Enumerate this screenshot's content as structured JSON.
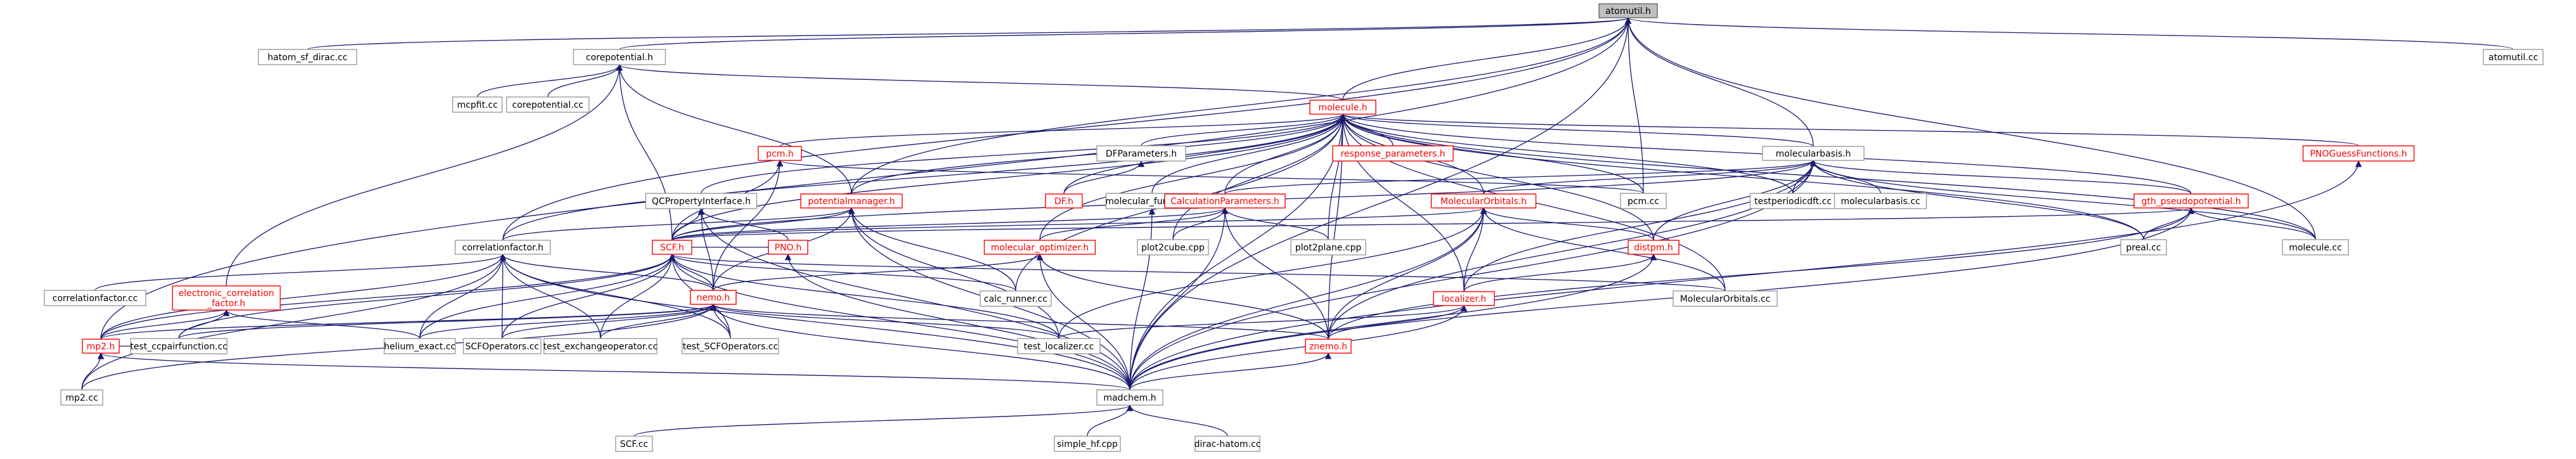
{
  "graph": {
    "root": "atomutil.h",
    "edge_color": "#191970",
    "link_color": "#ff0000",
    "nodes": [
      {
        "id": "atomutil_h",
        "label": "atomutil.h",
        "root": true
      },
      {
        "id": "hatom_sf",
        "label": "hatom_sf_dirac.cc"
      },
      {
        "id": "corepot_h",
        "label": "corepotential.h"
      },
      {
        "id": "atomutil_cc",
        "label": "atomutil.cc"
      },
      {
        "id": "mcpfit",
        "label": "mcpfit.cc"
      },
      {
        "id": "corepot_cc",
        "label": "corepotential.cc"
      },
      {
        "id": "molecule_h",
        "label": "molecule.h",
        "red": true
      },
      {
        "id": "pcm_h",
        "label": "pcm.h",
        "red": true
      },
      {
        "id": "dfparam",
        "label": "DFParameters.h"
      },
      {
        "id": "resp",
        "label": "response_parameters.h",
        "red": true
      },
      {
        "id": "molbasis_h",
        "label": "molecularbasis.h"
      },
      {
        "id": "pnoguess",
        "label": "PNOGuessFunctions.h",
        "red": true
      },
      {
        "id": "qcprop",
        "label": "QCPropertyInterface.h"
      },
      {
        "id": "potman",
        "label": "potentialmanager.h",
        "red": true
      },
      {
        "id": "df_h",
        "label": "DF.h",
        "red": true
      },
      {
        "id": "molfunct",
        "label": "molecular_functors.h"
      },
      {
        "id": "calcparam",
        "label": "CalculationParameters.h",
        "red": true
      },
      {
        "id": "molorb_h",
        "label": "MolecularOrbitals.h",
        "red": true
      },
      {
        "id": "pcm_cc",
        "label": "pcm.cc"
      },
      {
        "id": "testperiodic",
        "label": "testperiodicdft.cc"
      },
      {
        "id": "molbasis_cc",
        "label": "molecularbasis.cc"
      },
      {
        "id": "gthpseudo",
        "label": "gth_pseudopotential.h",
        "red": true
      },
      {
        "id": "corrfact_h",
        "label": "correlationfactor.h"
      },
      {
        "id": "scf_h",
        "label": "SCF.h",
        "red": true
      },
      {
        "id": "pno_h",
        "label": "PNO.h",
        "red": true
      },
      {
        "id": "molopt",
        "label": "molecular_optimizer.h",
        "red": true
      },
      {
        "id": "plot2cube",
        "label": "plot2cube.cpp"
      },
      {
        "id": "plot2plane",
        "label": "plot2plane.cpp"
      },
      {
        "id": "distpm",
        "label": "distpm.h",
        "red": true
      },
      {
        "id": "preal",
        "label": "preal.cc"
      },
      {
        "id": "molecule_cc",
        "label": "molecule.cc"
      },
      {
        "id": "corrfact_cc",
        "label": "correlationfactor.cc"
      },
      {
        "id": "ecf",
        "label": "electronic_correlation\n_factor.h",
        "red": true
      },
      {
        "id": "nemo_h",
        "label": "nemo.h",
        "red": true
      },
      {
        "id": "calcrunner",
        "label": "calc_runner.cc"
      },
      {
        "id": "molorb_cc",
        "label": "MolecularOrbitals.cc"
      },
      {
        "id": "localizer",
        "label": "localizer.h",
        "red": true
      },
      {
        "id": "mp2_h",
        "label": "mp2.h",
        "red": true
      },
      {
        "id": "testccpair",
        "label": "test_ccpairfunction.cc"
      },
      {
        "id": "helium",
        "label": "helium_exact.cc"
      },
      {
        "id": "scfops",
        "label": "SCFOperators.cc"
      },
      {
        "id": "testexch",
        "label": "test_exchangeoperator.cc"
      },
      {
        "id": "testscfops",
        "label": "test_SCFOperators.cc"
      },
      {
        "id": "testloc",
        "label": "test_localizer.cc"
      },
      {
        "id": "znemo",
        "label": "znemo.h",
        "red": true
      },
      {
        "id": "mp2_cc",
        "label": "mp2.cc"
      },
      {
        "id": "madchem",
        "label": "madchem.h"
      },
      {
        "id": "scf_cc",
        "label": "SCF.cc"
      },
      {
        "id": "simplehf",
        "label": "simple_hf.cpp"
      },
      {
        "id": "diracatom",
        "label": "dirac-hatom.cc"
      }
    ],
    "edges": [
      [
        "hatom_sf",
        "atomutil_h"
      ],
      [
        "corepot_h",
        "atomutil_h"
      ],
      [
        "atomutil_cc",
        "atomutil_h"
      ],
      [
        "molecule_h",
        "atomutil_h"
      ],
      [
        "molbasis_h",
        "atomutil_h"
      ],
      [
        "pcm_cc",
        "atomutil_h"
      ],
      [
        "potman",
        "atomutil_h"
      ],
      [
        "corrfact_h",
        "atomutil_h"
      ],
      [
        "molecule_cc",
        "atomutil_h"
      ],
      [
        "madchem",
        "atomutil_h"
      ],
      [
        "mp2_h",
        "atomutil_h"
      ],
      [
        "mcpfit",
        "corepot_h"
      ],
      [
        "corepot_cc",
        "corepot_h"
      ],
      [
        "molecule_h",
        "corepot_h"
      ],
      [
        "potman",
        "corepot_h"
      ],
      [
        "scf_h",
        "corepot_h"
      ],
      [
        "ecf",
        "corepot_h"
      ],
      [
        "pcm_h",
        "molecule_h"
      ],
      [
        "dfparam",
        "molecule_h"
      ],
      [
        "resp",
        "molecule_h"
      ],
      [
        "molbasis_h",
        "molecule_h"
      ],
      [
        "pnoguess",
        "molecule_h"
      ],
      [
        "qcprop",
        "molecule_h"
      ],
      [
        "potman",
        "molecule_h"
      ],
      [
        "df_h",
        "molecule_h"
      ],
      [
        "molfunct",
        "molecule_h"
      ],
      [
        "calcparam",
        "molecule_h"
      ],
      [
        "molorb_h",
        "molecule_h"
      ],
      [
        "pcm_cc",
        "molecule_h"
      ],
      [
        "testperiodic",
        "molecule_h"
      ],
      [
        "gthpseudo",
        "molecule_h"
      ],
      [
        "corrfact_h",
        "molecule_h"
      ],
      [
        "scf_h",
        "molecule_h"
      ],
      [
        "molopt",
        "molecule_h"
      ],
      [
        "plot2cube",
        "molecule_h"
      ],
      [
        "plot2plane",
        "molecule_h"
      ],
      [
        "distpm",
        "molecule_h"
      ],
      [
        "preal",
        "molecule_h"
      ],
      [
        "molecule_cc",
        "molecule_h"
      ],
      [
        "localizer",
        "molecule_h"
      ],
      [
        "znemo",
        "molecule_h"
      ],
      [
        "calcrunner",
        "molecule_h"
      ],
      [
        "molorb_cc",
        "molecule_h"
      ],
      [
        "madchem",
        "molecule_h"
      ],
      [
        "scf_h",
        "pcm_h"
      ],
      [
        "nemo_h",
        "pcm_h"
      ],
      [
        "pcm_cc",
        "pcm_h"
      ],
      [
        "df_h",
        "dfparam"
      ],
      [
        "madchem",
        "molfunct"
      ],
      [
        "calcparam",
        "molbasis_h"
      ],
      [
        "molorb_h",
        "molbasis_h"
      ],
      [
        "molbasis_cc",
        "molbasis_h"
      ],
      [
        "gthpseudo",
        "molbasis_h"
      ],
      [
        "testperiodic",
        "molbasis_h"
      ],
      [
        "distpm",
        "molbasis_h"
      ],
      [
        "preal",
        "molbasis_h"
      ],
      [
        "molecule_cc",
        "molbasis_h"
      ],
      [
        "localizer",
        "molbasis_h"
      ],
      [
        "znemo",
        "molbasis_h"
      ],
      [
        "scf_h",
        "molbasis_h"
      ],
      [
        "madchem",
        "molbasis_h"
      ],
      [
        "madchem",
        "pnoguess"
      ],
      [
        "scf_h",
        "qcprop"
      ],
      [
        "pno_h",
        "qcprop"
      ],
      [
        "nemo_h",
        "qcprop"
      ],
      [
        "madchem",
        "qcprop"
      ],
      [
        "scf_h",
        "potman"
      ],
      [
        "nemo_h",
        "potman"
      ],
      [
        "corrfact_h",
        "potman"
      ],
      [
        "testloc",
        "potman"
      ],
      [
        "calcrunner",
        "potman"
      ],
      [
        "madchem",
        "potman"
      ],
      [
        "scf_h",
        "calcparam"
      ],
      [
        "molopt",
        "calcparam"
      ],
      [
        "plot2cube",
        "calcparam"
      ],
      [
        "plot2plane",
        "calcparam"
      ],
      [
        "znemo",
        "calcparam"
      ],
      [
        "madchem",
        "calcparam"
      ],
      [
        "scf_h",
        "molorb_h"
      ],
      [
        "localizer",
        "molorb_h"
      ],
      [
        "distpm",
        "molorb_h"
      ],
      [
        "molorb_cc",
        "molorb_h"
      ],
      [
        "znemo",
        "molorb_h"
      ],
      [
        "madchem",
        "molorb_h"
      ],
      [
        "testloc",
        "molorb_h"
      ],
      [
        "scf_h",
        "gthpseudo"
      ],
      [
        "preal",
        "gthpseudo"
      ],
      [
        "molecule_cc",
        "gthpseudo"
      ],
      [
        "znemo",
        "gthpseudo"
      ],
      [
        "madchem",
        "gthpseudo"
      ],
      [
        "corrfact_cc",
        "corrfact_h"
      ],
      [
        "nemo_h",
        "corrfact_h"
      ],
      [
        "mp2_h",
        "corrfact_h"
      ],
      [
        "helium",
        "corrfact_h"
      ],
      [
        "scfops",
        "corrfact_h"
      ],
      [
        "testexch",
        "corrfact_h"
      ],
      [
        "testscfops",
        "corrfact_h"
      ],
      [
        "mp2_cc",
        "corrfact_h"
      ],
      [
        "madchem",
        "corrfact_h"
      ],
      [
        "nemo_h",
        "scf_h"
      ],
      [
        "pno_h",
        "scf_h"
      ],
      [
        "calcrunner",
        "scf_h"
      ],
      [
        "molorb_cc",
        "scf_h"
      ],
      [
        "mp2_h",
        "scf_h"
      ],
      [
        "helium",
        "scf_h"
      ],
      [
        "scfops",
        "scf_h"
      ],
      [
        "testexch",
        "scf_h"
      ],
      [
        "testscfops",
        "scf_h"
      ],
      [
        "testloc",
        "scf_h"
      ],
      [
        "madchem",
        "scf_h"
      ],
      [
        "testccpair",
        "scf_h"
      ],
      [
        "madchem",
        "pno_h"
      ],
      [
        "nemo_h",
        "molopt"
      ],
      [
        "znemo",
        "molopt"
      ],
      [
        "madchem",
        "molopt"
      ],
      [
        "localizer",
        "distpm"
      ],
      [
        "madchem",
        "distpm"
      ],
      [
        "mp2_h",
        "ecf"
      ],
      [
        "testccpair",
        "ecf"
      ],
      [
        "helium",
        "ecf"
      ],
      [
        "mp2_h",
        "nemo_h"
      ],
      [
        "helium",
        "nemo_h"
      ],
      [
        "scfops",
        "nemo_h"
      ],
      [
        "testexch",
        "nemo_h"
      ],
      [
        "testscfops",
        "nemo_h"
      ],
      [
        "testloc",
        "nemo_h"
      ],
      [
        "znemo",
        "nemo_h"
      ],
      [
        "madchem",
        "nemo_h"
      ],
      [
        "testccpair",
        "nemo_h"
      ],
      [
        "mp2_cc",
        "nemo_h"
      ],
      [
        "testloc",
        "localizer"
      ],
      [
        "znemo",
        "localizer"
      ],
      [
        "madchem",
        "localizer"
      ],
      [
        "testccpair",
        "mp2_h"
      ],
      [
        "mp2_cc",
        "mp2_h"
      ],
      [
        "madchem",
        "mp2_h"
      ],
      [
        "madchem",
        "znemo"
      ],
      [
        "scf_cc",
        "madchem"
      ],
      [
        "simplehf",
        "madchem"
      ],
      [
        "diracatom",
        "madchem"
      ]
    ]
  }
}
